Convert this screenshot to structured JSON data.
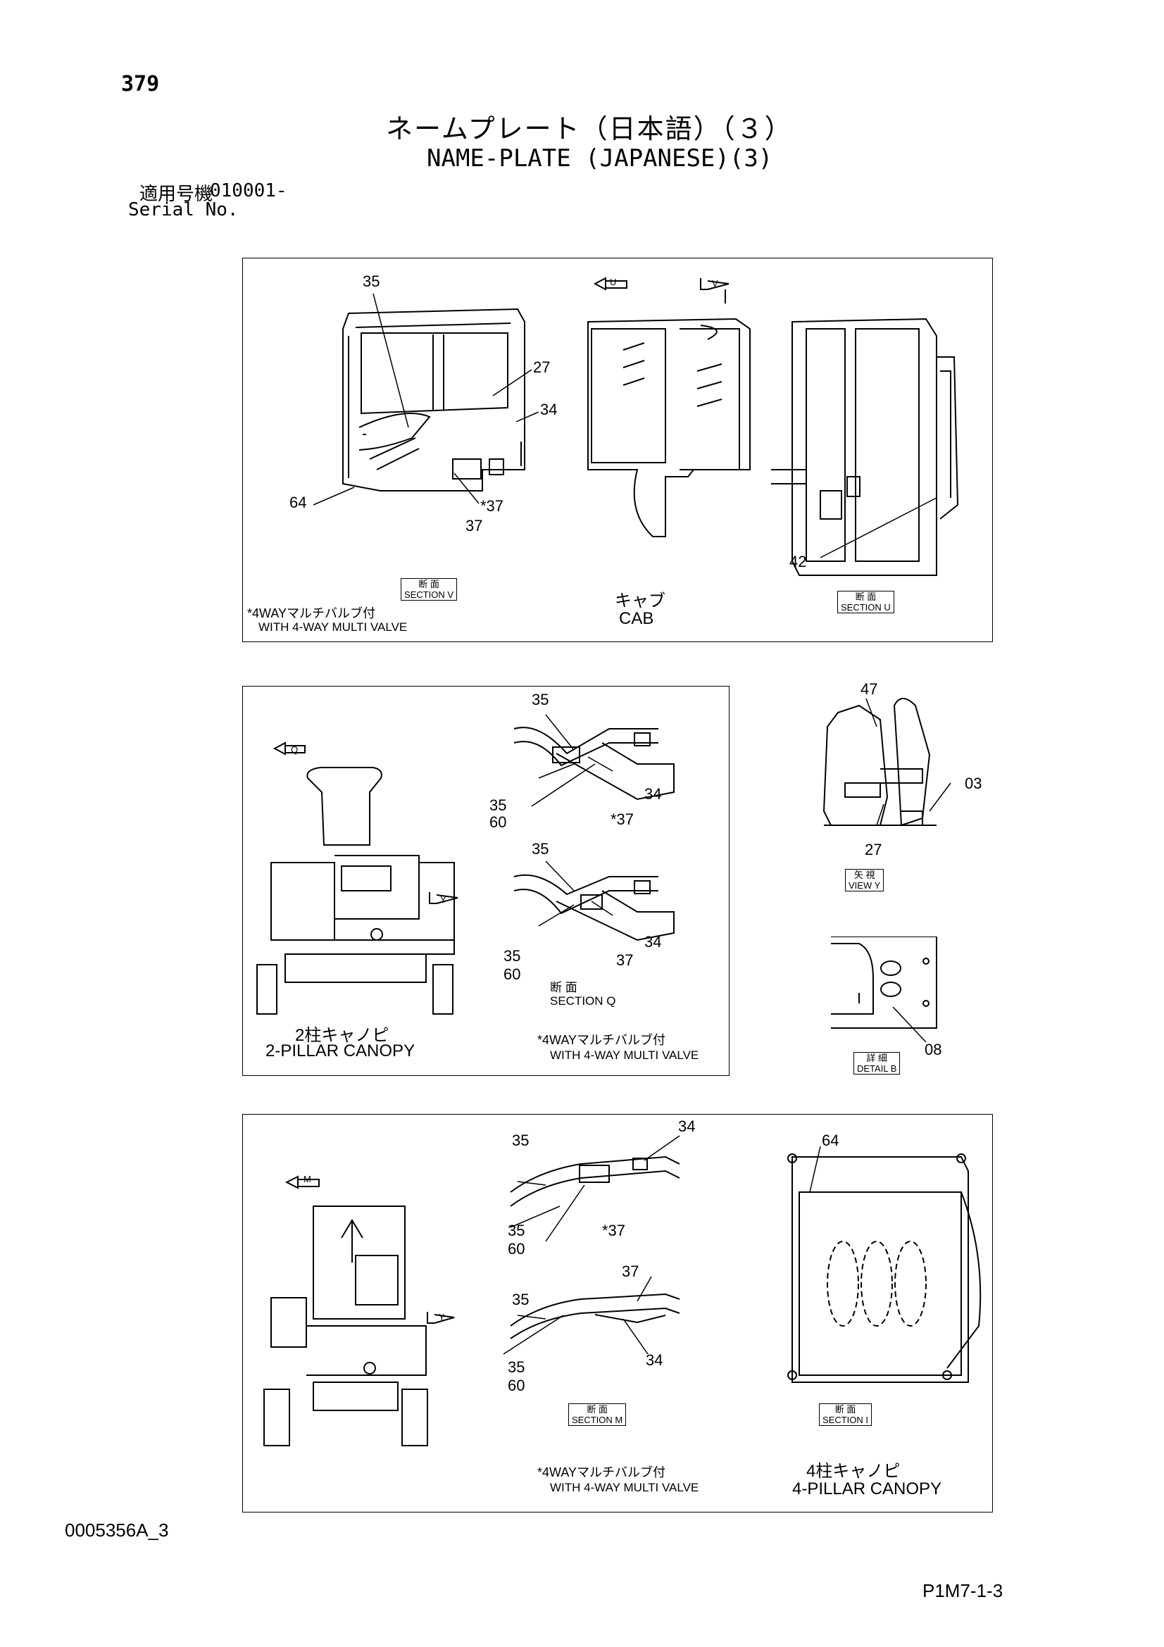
{
  "header": {
    "page_number": "379",
    "title_jp": "ネームプレート（日本語）（３）",
    "title_en": "NAME-PLATE (JAPANESE)(3)",
    "serial_label_jp": "適用号機",
    "serial_value": "010001-",
    "serial_label_en": "Serial No."
  },
  "panel_cab": {
    "callouts": [
      "35",
      "27",
      "34",
      "64",
      "*37",
      "37",
      "42"
    ],
    "view_arrows": [
      "U",
      "V"
    ],
    "section_v": {
      "jp": "断 面",
      "en": "SECTION",
      "letter": "V"
    },
    "section_u": {
      "jp": "断 面",
      "en": "SECTION",
      "letter": "U"
    },
    "note_jp": "*4WAYマルチバルブ付",
    "note_en": "WITH 4-WAY MULTI VALVE",
    "caption_jp": "キャブ",
    "caption_en": "CAB"
  },
  "panel_2pillar": {
    "callouts_top": [
      "35",
      "35",
      "60",
      "34",
      "*37"
    ],
    "callouts_bottom": [
      "35",
      "35",
      "60",
      "34",
      "37"
    ],
    "view_arrows": [
      "Q",
      "Y"
    ],
    "section_q": {
      "jp": "断 面",
      "en": "SECTION",
      "letter": "Q"
    },
    "caption_jp": "2柱キャノピ",
    "caption_en": "2-PILLAR CANOPY",
    "note_jp": "*4WAYマルチバルブ付",
    "note_en": "WITH 4-WAY MULTI VALVE"
  },
  "view_y": {
    "callouts": [
      "47",
      "03",
      "27"
    ],
    "label_jp": "矢 視",
    "label_en": "VIEW",
    "letter": "Y"
  },
  "detail_b": {
    "callouts": [
      "08"
    ],
    "label_jp": "詳 細",
    "label_en": "DETAIL",
    "letter": "B"
  },
  "panel_4pillar": {
    "callouts_top": [
      "34",
      "35",
      "35",
      "60",
      "*37"
    ],
    "callouts_bottom": [
      "37",
      "35",
      "35",
      "60",
      "34"
    ],
    "callouts_right": [
      "64"
    ],
    "view_arrows": [
      "M",
      "Y"
    ],
    "section_m": {
      "jp": "断 面",
      "en": "SECTION",
      "letter": "M"
    },
    "section_i": {
      "jp": "断 面",
      "en": "SECTION",
      "letter": "I"
    },
    "note_jp": "*4WAYマルチバルブ付",
    "note_en": "WITH 4-WAY MULTI VALVE",
    "caption_jp": "4柱キャノピ",
    "caption_en": "4-PILLAR CANOPY"
  },
  "footer": {
    "drawing_code": "0005356A_3",
    "page_code": "P1M7-1-3"
  }
}
